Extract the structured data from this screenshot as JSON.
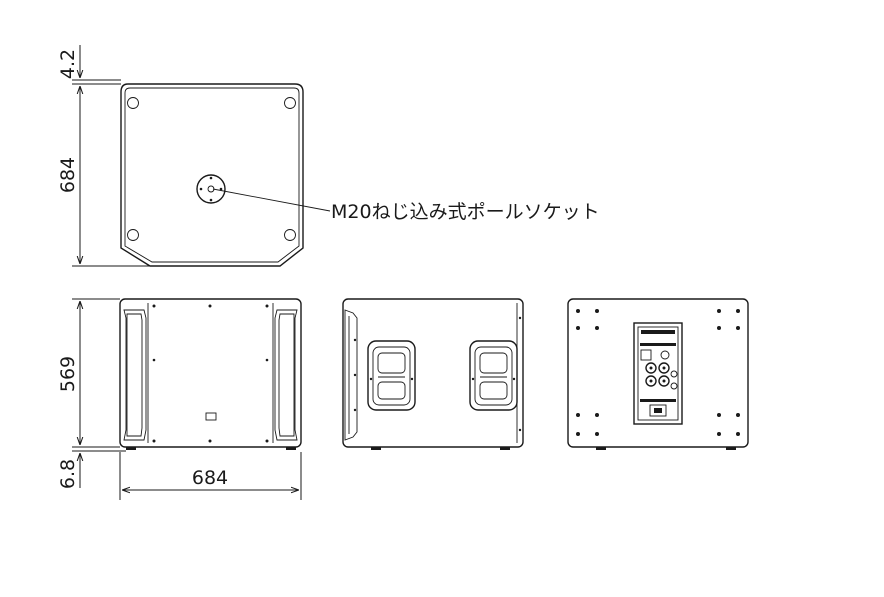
{
  "dimensions": {
    "top_gap": "4.2",
    "top_depth": "684",
    "front_height": "569",
    "foot_height": "6.8",
    "front_width": "684"
  },
  "annotations": {
    "pole_socket": "M20ねじ込み式ポールソケット"
  }
}
